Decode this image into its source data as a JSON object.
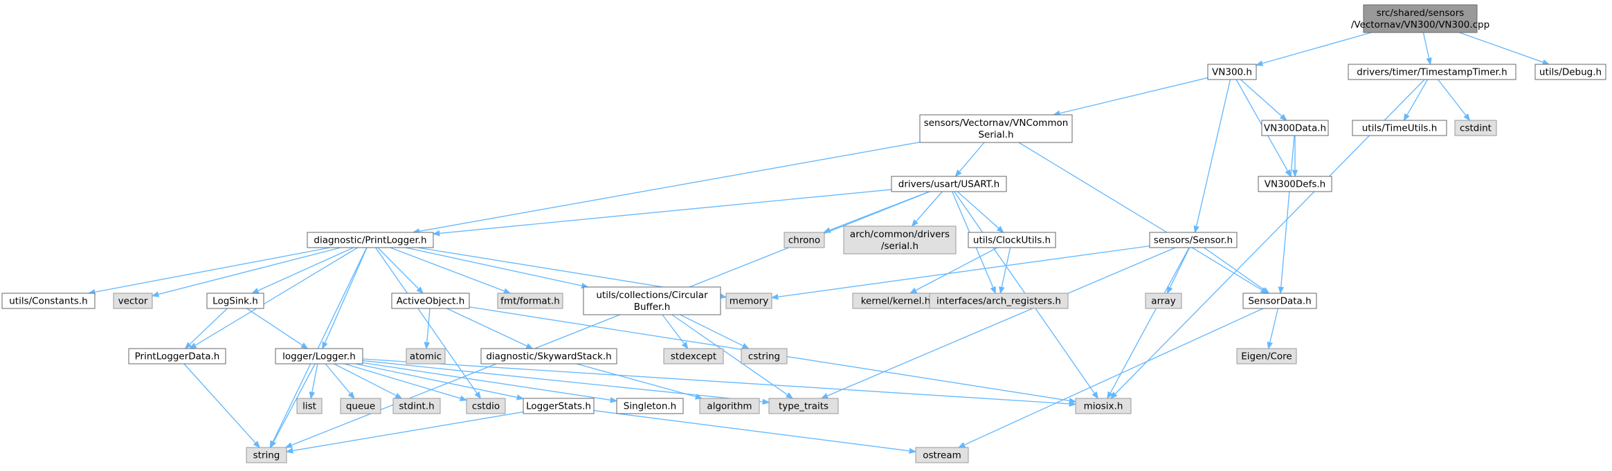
{
  "colors": {
    "root_fill": "#999999",
    "root_stroke": "#666666",
    "file_fill": "#ffffff",
    "file_stroke": "#666666",
    "system_fill": "#e0e0e0",
    "system_stroke": "#999999",
    "edge": "#63b8ff"
  },
  "nodes": [
    {
      "id": "root",
      "kind": "root",
      "lines": [
        "src/shared/sensors",
        "/Vectornav/VN300/VN300.cpp"
      ]
    },
    {
      "id": "vn300_h",
      "kind": "file",
      "lines": [
        "VN300.h"
      ]
    },
    {
      "id": "timestamp_timer",
      "kind": "file",
      "lines": [
        "drivers/timer/TimestampTimer.h"
      ]
    },
    {
      "id": "utils_debug",
      "kind": "file",
      "lines": [
        "utils/Debug.h"
      ]
    },
    {
      "id": "vncommon_serial",
      "kind": "file",
      "lines": [
        "sensors/Vectornav/VNCommon",
        "Serial.h"
      ]
    },
    {
      "id": "vn300data",
      "kind": "file",
      "lines": [
        "VN300Data.h"
      ]
    },
    {
      "id": "vn300defs",
      "kind": "file",
      "lines": [
        "VN300Defs.h"
      ]
    },
    {
      "id": "time_utils",
      "kind": "file",
      "lines": [
        "utils/TimeUtils.h"
      ]
    },
    {
      "id": "cstdint",
      "kind": "system",
      "lines": [
        "cstdint"
      ]
    },
    {
      "id": "usart",
      "kind": "file",
      "lines": [
        "drivers/usart/USART.h"
      ]
    },
    {
      "id": "print_logger",
      "kind": "file",
      "lines": [
        "diagnostic/PrintLogger.h"
      ]
    },
    {
      "id": "chrono",
      "kind": "system",
      "lines": [
        "chrono"
      ]
    },
    {
      "id": "arch_serial",
      "kind": "system",
      "lines": [
        "arch/common/drivers",
        "/serial.h"
      ]
    },
    {
      "id": "clock_utils",
      "kind": "file",
      "lines": [
        "utils/ClockUtils.h"
      ]
    },
    {
      "id": "sensor_h",
      "kind": "file",
      "lines": [
        "sensors/Sensor.h"
      ]
    },
    {
      "id": "utils_constants",
      "kind": "file",
      "lines": [
        "utils/Constants.h"
      ]
    },
    {
      "id": "vector",
      "kind": "system",
      "lines": [
        "vector"
      ]
    },
    {
      "id": "logsink",
      "kind": "file",
      "lines": [
        "LogSink.h"
      ]
    },
    {
      "id": "active_object",
      "kind": "file",
      "lines": [
        "ActiveObject.h"
      ]
    },
    {
      "id": "fmt_format",
      "kind": "system",
      "lines": [
        "fmt/format.h"
      ]
    },
    {
      "id": "circular_buffer",
      "kind": "file",
      "lines": [
        "utils/collections/Circular",
        "Buffer.h"
      ]
    },
    {
      "id": "memory",
      "kind": "system",
      "lines": [
        "memory"
      ]
    },
    {
      "id": "kernel",
      "kind": "system",
      "lines": [
        "kernel/kernel.h"
      ]
    },
    {
      "id": "arch_registers",
      "kind": "system",
      "lines": [
        "interfaces/arch_registers.h"
      ]
    },
    {
      "id": "array",
      "kind": "system",
      "lines": [
        "array"
      ]
    },
    {
      "id": "sensor_data",
      "kind": "file",
      "lines": [
        "SensorData.h"
      ]
    },
    {
      "id": "print_logger_data",
      "kind": "file",
      "lines": [
        "PrintLoggerData.h"
      ]
    },
    {
      "id": "logger",
      "kind": "file",
      "lines": [
        "logger/Logger.h"
      ]
    },
    {
      "id": "atomic",
      "kind": "system",
      "lines": [
        "atomic"
      ]
    },
    {
      "id": "skyward_stack",
      "kind": "file",
      "lines": [
        "diagnostic/SkywardStack.h"
      ]
    },
    {
      "id": "stdexcept",
      "kind": "system",
      "lines": [
        "stdexcept"
      ]
    },
    {
      "id": "cstring",
      "kind": "system",
      "lines": [
        "cstring"
      ]
    },
    {
      "id": "eigen_core",
      "kind": "system",
      "lines": [
        "Eigen/Core"
      ]
    },
    {
      "id": "list",
      "kind": "system",
      "lines": [
        "list"
      ]
    },
    {
      "id": "queue",
      "kind": "system",
      "lines": [
        "queue"
      ]
    },
    {
      "id": "stdint",
      "kind": "system",
      "lines": [
        "stdint.h"
      ]
    },
    {
      "id": "cstdio",
      "kind": "system",
      "lines": [
        "cstdio"
      ]
    },
    {
      "id": "logger_stats",
      "kind": "file",
      "lines": [
        "LoggerStats.h"
      ]
    },
    {
      "id": "singleton",
      "kind": "file",
      "lines": [
        "Singleton.h"
      ]
    },
    {
      "id": "algorithm",
      "kind": "system",
      "lines": [
        "algorithm"
      ]
    },
    {
      "id": "type_traits",
      "kind": "system",
      "lines": [
        "type_traits"
      ]
    },
    {
      "id": "miosix",
      "kind": "system",
      "lines": [
        "miosix.h"
      ]
    },
    {
      "id": "string",
      "kind": "system",
      "lines": [
        "string"
      ]
    },
    {
      "id": "ostream",
      "kind": "system",
      "lines": [
        "ostream"
      ]
    }
  ],
  "edges": [
    [
      "root",
      "vn300_h"
    ],
    [
      "root",
      "timestamp_timer"
    ],
    [
      "root",
      "utils_debug"
    ],
    [
      "vn300_h",
      "vncommon_serial"
    ],
    [
      "vn300_h",
      "vn300data"
    ],
    [
      "vn300_h",
      "vn300defs"
    ],
    [
      "vn300_h",
      "sensor_h"
    ],
    [
      "timestamp_timer",
      "time_utils"
    ],
    [
      "timestamp_timer",
      "cstdint"
    ],
    [
      "timestamp_timer",
      "miosix"
    ],
    [
      "vncommon_serial",
      "usart"
    ],
    [
      "vncommon_serial",
      "print_logger"
    ],
    [
      "vncommon_serial",
      "sensor_data"
    ],
    [
      "vn300data",
      "vn300defs"
    ],
    [
      "vn300data",
      "sensor_data"
    ],
    [
      "usart",
      "print_logger"
    ],
    [
      "usart",
      "chrono"
    ],
    [
      "usart",
      "arch_serial"
    ],
    [
      "usart",
      "clock_utils"
    ],
    [
      "usart",
      "arch_registers"
    ],
    [
      "usart",
      "miosix"
    ],
    [
      "usart",
      "string"
    ],
    [
      "clock_utils",
      "kernel"
    ],
    [
      "clock_utils",
      "arch_registers"
    ],
    [
      "sensor_h",
      "memory"
    ],
    [
      "sensor_h",
      "array"
    ],
    [
      "sensor_h",
      "sensor_data"
    ],
    [
      "sensor_h",
      "miosix"
    ],
    [
      "sensor_h",
      "type_traits"
    ],
    [
      "sensor_data",
      "eigen_core"
    ],
    [
      "sensor_data",
      "ostream"
    ],
    [
      "print_logger",
      "utils_constants"
    ],
    [
      "print_logger",
      "vector"
    ],
    [
      "print_logger",
      "logsink"
    ],
    [
      "print_logger",
      "active_object"
    ],
    [
      "print_logger",
      "fmt_format"
    ],
    [
      "print_logger",
      "circular_buffer"
    ],
    [
      "print_logger",
      "memory"
    ],
    [
      "print_logger",
      "print_logger_data"
    ],
    [
      "print_logger",
      "logger"
    ],
    [
      "print_logger",
      "string"
    ],
    [
      "print_logger",
      "cstdio"
    ],
    [
      "logsink",
      "print_logger_data"
    ],
    [
      "logsink",
      "logger"
    ],
    [
      "active_object",
      "atomic"
    ],
    [
      "active_object",
      "skyward_stack"
    ],
    [
      "active_object",
      "miosix"
    ],
    [
      "skyward_stack",
      "algorithm"
    ],
    [
      "circular_buffer",
      "stdexcept"
    ],
    [
      "circular_buffer",
      "cstring"
    ],
    [
      "circular_buffer",
      "type_traits"
    ],
    [
      "print_logger_data",
      "string"
    ],
    [
      "logger",
      "list"
    ],
    [
      "logger",
      "queue"
    ],
    [
      "logger",
      "stdint"
    ],
    [
      "logger",
      "cstdio"
    ],
    [
      "logger",
      "logger_stats"
    ],
    [
      "logger",
      "singleton"
    ],
    [
      "logger",
      "type_traits"
    ],
    [
      "logger",
      "miosix"
    ],
    [
      "logger",
      "string"
    ],
    [
      "logger_stats",
      "string"
    ],
    [
      "logger_stats",
      "ostream"
    ]
  ]
}
